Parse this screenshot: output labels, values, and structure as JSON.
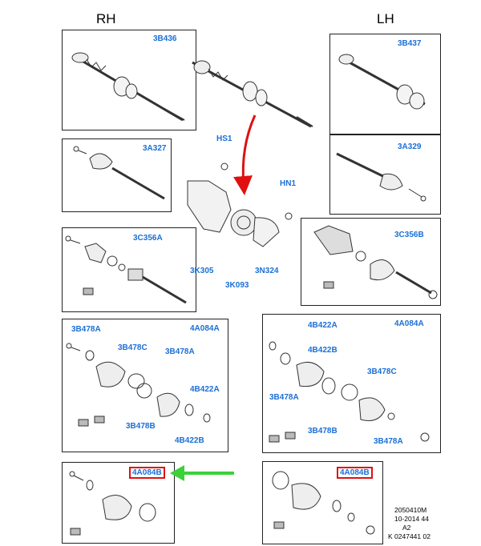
{
  "headers": {
    "rh": "RH",
    "lh": "LH"
  },
  "labels": {
    "p1": "3B436",
    "p2": "3B437",
    "p3": "3A327",
    "p4": "3A329",
    "p5": "3C356A",
    "p6": "3C356B",
    "hs1": "HS1",
    "hn1": "HN1",
    "k305": "3K305",
    "k093": "3K093",
    "n324": "3N324",
    "rh_joint": {
      "title": "4A084A",
      "a1": "3B478A",
      "c": "3B478C",
      "a2": "3B478A",
      "b": "3B478B",
      "l1": "4B422A",
      "l2": "4B422B"
    },
    "lh_joint": {
      "title": "4A084A",
      "l1": "4B422A",
      "l2": "4B422B",
      "c": "3B478C",
      "a": "3B478A",
      "b": "3B478B",
      "a2": "3B478A"
    },
    "rh_boot": "4A084B",
    "lh_boot": "4A084B"
  },
  "footer": {
    "line1": "2050410M",
    "line2": "10-2014 44",
    "line3": "A2",
    "line4": "K 0247441 02"
  },
  "colors": {
    "label_blue": "#1b6fd6",
    "highlight_red": "#e01010",
    "arrow_green": "#3ad13a",
    "arrow_red": "#e01010"
  }
}
